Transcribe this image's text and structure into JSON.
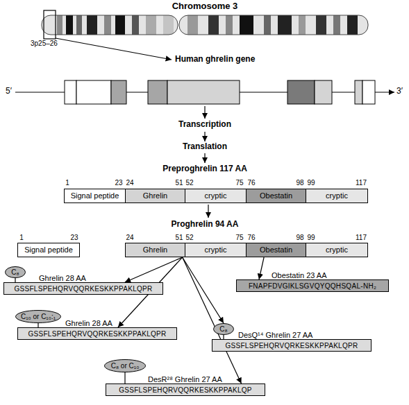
{
  "diagram": {
    "nodes": [
      {
        "text": [
          "Signal peptide"
        ]
      },
      {
        "text": [
          "Ghrelin"
        ]
      },
      {
        "text": [
          "cryptic"
        ]
      },
      {
        "text": [
          "Obestatin"
        ]
      },
      {
        "text": [
          "cryptic"
        ]
      },
      {
        "text": [
          "Signal peptide"
        ]
      },
      {
        "text": [
          "Ghrelin"
        ]
      },
      {
        "text": [
          "cryptic"
        ]
      },
      {
        "text": [
          "Obestatin"
        ]
      },
      {
        "text": [
          "cryptic"
        ]
      },
      {
        "text": [
          "C₈"
        ]
      },
      {
        "text": [
          "Ghrelin 28 AA",
          "GSSFLSPEHQRVQQRKESKKPPAKLQPR"
        ]
      },
      {
        "text": [
          "Obestatin 23 AA",
          "FNAPFDVGIKLSGVQYQQHSQAL-NH₂"
        ]
      },
      {
        "text": [
          "C₁₀ or C₁₀:₁"
        ]
      },
      {
        "text": [
          "Ghrelin 28 AA",
          "GSSFLSPEHQRVQQRKESKKPPAKLQPR"
        ]
      },
      {
        "text": [
          "C₈"
        ]
      },
      {
        "text": [
          "DesQ¹⁴ Ghrelin 27 AA",
          "GSSFLSPEHQRVQRKESKKPPAKLQPR"
        ]
      },
      {
        "text": [
          "C₈ or C₁₀"
        ]
      },
      {
        "text": [
          "DesR²⁸ Ghrelin 27 AA",
          "GSSFLSPEHQRVQQRKESKKPPAKLQP"
        ]
      }
    ],
    "edges": [
      {
        "from": 6,
        "to": 11,
        "arrow": "to"
      },
      {
        "from": 6,
        "to": 14,
        "arrow": "to"
      },
      {
        "from": 6,
        "to": 18,
        "arrow": "to"
      },
      {
        "from": 6,
        "to": 15,
        "arrow": "to"
      },
      {
        "from": 8,
        "to": 12,
        "arrow": "to"
      },
      {
        "from": 10,
        "to": 11,
        "arrow": "none"
      },
      {
        "from": 13,
        "to": 14,
        "arrow": "none"
      },
      {
        "from": 15,
        "to": 16,
        "arrow": "none"
      },
      {
        "from": 17,
        "to": 18,
        "arrow": "none"
      }
    ],
    "labels": [
      "Chromosome 3",
      "3p25–26",
      "Human ghrelin gene",
      "5′",
      "3′",
      "Transcription",
      "Translation",
      "Preproghrelin 117 AA",
      "1",
      "23",
      "24",
      "51",
      "52",
      "75",
      "76",
      "98",
      "99",
      "117",
      "Proghrelin 94 AA",
      "1",
      "23",
      "24",
      "51",
      "52",
      "75",
      "76",
      "98",
      "99",
      "117"
    ]
  }
}
